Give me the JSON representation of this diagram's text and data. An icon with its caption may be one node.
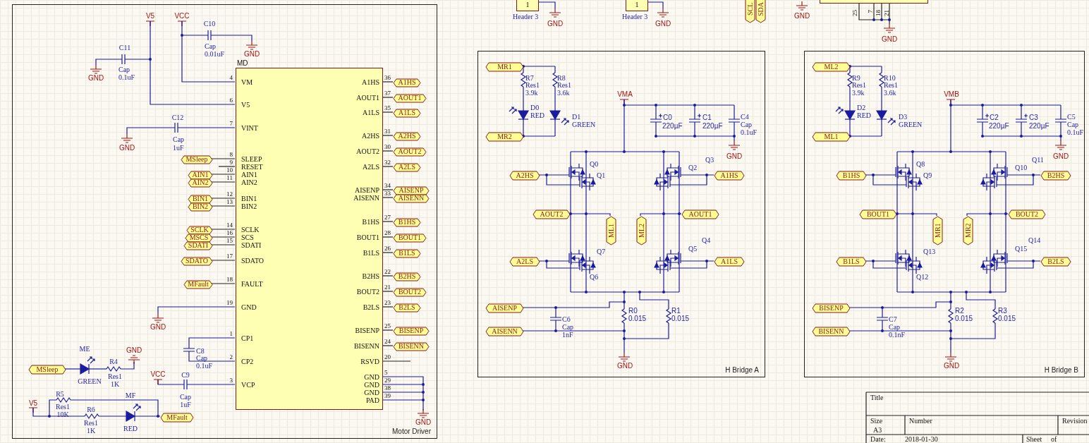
{
  "diagram": {
    "nodes": [
      {
        "text": [
          "1"
        ],
        "beside": [
          "Header 3"
        ]
      },
      {
        "text": [
          "1"
        ],
        "beside": [
          "Header 3"
        ]
      },
      {
        "text": [
          "SCL"
        ]
      },
      {
        "text": [
          "SDA"
        ]
      },
      {
        "text": [],
        "shape": "box",
        "beside": [
          "25",
          "7",
          "18",
          "21"
        ]
      },
      {
        "text": [
          "Motor Driver"
        ]
      },
      {
        "text": [
          "MD"
        ],
        "in": 5
      },
      {
        "text": [
          "MSleep"
        ],
        "in": 5
      },
      {
        "text": [
          "AIN1"
        ],
        "in": 5
      },
      {
        "text": [
          "AIN2"
        ],
        "in": 5
      },
      {
        "text": [
          "BIN1"
        ],
        "in": 5
      },
      {
        "text": [
          "BIN2"
        ],
        "in": 5
      },
      {
        "text": [
          "SCLK"
        ],
        "in": 5
      },
      {
        "text": [
          "MSCS"
        ],
        "in": 5
      },
      {
        "text": [
          "SDATI"
        ],
        "in": 5
      },
      {
        "text": [
          "SDATO"
        ],
        "in": 5
      },
      {
        "text": [
          "MFault"
        ],
        "in": 5
      },
      {
        "text": [
          "A1HS"
        ],
        "in": 5
      },
      {
        "text": [
          "AOUT1"
        ],
        "in": 5
      },
      {
        "text": [
          "A1LS"
        ],
        "in": 5
      },
      {
        "text": [
          "A2HS"
        ],
        "in": 5
      },
      {
        "text": [
          "AOUT2"
        ],
        "in": 5
      },
      {
        "text": [
          "A2LS"
        ],
        "in": 5
      },
      {
        "text": [
          "AISENP"
        ],
        "in": 5
      },
      {
        "text": [
          "AISENN"
        ],
        "in": 5
      },
      {
        "text": [
          "B1HS"
        ],
        "in": 5
      },
      {
        "text": [
          "BOUT1"
        ],
        "in": 5
      },
      {
        "text": [
          "B1LS"
        ],
        "in": 5
      },
      {
        "text": [
          "B2HS"
        ],
        "in": 5
      },
      {
        "text": [
          "BOUT2"
        ],
        "in": 5
      },
      {
        "text": [
          "B2LS"
        ],
        "in": 5
      },
      {
        "text": [
          "BISENP"
        ],
        "in": 5
      },
      {
        "text": [
          "BISENN"
        ],
        "in": 5
      },
      {
        "text": [
          "MSleep"
        ],
        "in": 5
      },
      {
        "text": [
          "MFault"
        ],
        "in": 5
      },
      {
        "text": [
          "H Bridge A"
        ]
      },
      {
        "text": [
          "MR1"
        ],
        "in": 35
      },
      {
        "text": [
          "MR2"
        ],
        "in": 35
      },
      {
        "text": [
          "A2HS"
        ],
        "in": 35
      },
      {
        "text": [
          "A1HS"
        ],
        "in": 35
      },
      {
        "text": [
          "AOUT2"
        ],
        "in": 35
      },
      {
        "text": [
          "ML1"
        ],
        "in": 35
      },
      {
        "text": [
          "ML2"
        ],
        "in": 35
      },
      {
        "text": [
          "AOUT1"
        ],
        "in": 35
      },
      {
        "text": [
          "A2LS"
        ],
        "in": 35
      },
      {
        "text": [
          "A1LS"
        ],
        "in": 35
      },
      {
        "text": [
          "AISENP"
        ],
        "in": 35
      },
      {
        "text": [
          "AISENN"
        ],
        "in": 35
      },
      {
        "text": [
          "H Bridge B"
        ]
      },
      {
        "text": [
          "ML2"
        ],
        "in": 48
      },
      {
        "text": [
          "ML1"
        ],
        "in": 48
      },
      {
        "text": [
          "B1HS"
        ],
        "in": 48
      },
      {
        "text": [
          "B2HS"
        ],
        "in": 48
      },
      {
        "text": [
          "BOUT1"
        ],
        "in": 48
      },
      {
        "text": [
          "MR1"
        ],
        "in": 48
      },
      {
        "text": [
          "MR2"
        ],
        "in": 48
      },
      {
        "text": [
          "BOUT2"
        ],
        "in": 48
      },
      {
        "text": [
          "B1LS"
        ],
        "in": 48
      },
      {
        "text": [
          "B2LS"
        ],
        "in": 48
      },
      {
        "text": [
          "BISENP"
        ],
        "in": 48
      },
      {
        "text": [
          "BISENN"
        ],
        "in": 48
      }
    ],
    "edges": [
      {
        "from": 7,
        "to": 6,
        "arrow": "none"
      },
      {
        "from": 8,
        "to": 6,
        "arrow": "none"
      },
      {
        "from": 9,
        "to": 6,
        "arrow": "none"
      },
      {
        "from": 10,
        "to": 6,
        "arrow": "none"
      },
      {
        "from": 11,
        "to": 6,
        "arrow": "none"
      },
      {
        "from": 12,
        "to": 6,
        "arrow": "none"
      },
      {
        "from": 13,
        "to": 6,
        "arrow": "none"
      },
      {
        "from": 14,
        "to": 6,
        "arrow": "none"
      },
      {
        "from": 15,
        "to": 6,
        "arrow": "none"
      },
      {
        "from": 16,
        "to": 6,
        "arrow": "none"
      },
      {
        "from": 6,
        "to": 17,
        "arrow": "none"
      },
      {
        "from": 6,
        "to": 18,
        "arrow": "none"
      },
      {
        "from": 6,
        "to": 19,
        "arrow": "none"
      },
      {
        "from": 6,
        "to": 20,
        "arrow": "none"
      },
      {
        "from": 6,
        "to": 21,
        "arrow": "none"
      },
      {
        "from": 6,
        "to": 22,
        "arrow": "none"
      },
      {
        "from": 6,
        "to": 23,
        "arrow": "none"
      },
      {
        "from": 6,
        "to": 24,
        "arrow": "none"
      },
      {
        "from": 6,
        "to": 25,
        "arrow": "none"
      },
      {
        "from": 6,
        "to": 26,
        "arrow": "none"
      },
      {
        "from": 6,
        "to": 27,
        "arrow": "none"
      },
      {
        "from": 6,
        "to": 28,
        "arrow": "none"
      },
      {
        "from": 6,
        "to": 29,
        "arrow": "none"
      },
      {
        "from": 6,
        "to": 30,
        "arrow": "none"
      },
      {
        "from": 6,
        "to": 31,
        "arrow": "none"
      },
      {
        "from": 6,
        "to": 32,
        "arrow": "none"
      }
    ],
    "labels": [
      "GND",
      "GND",
      "GND",
      "GND",
      "V5",
      "VCC",
      "C10",
      "Cap",
      "0.01uF",
      "GND",
      "C11",
      "Cap",
      "GND",
      "0.1uF",
      "C12",
      "Cap",
      "GND",
      "1uF",
      "GND",
      "C8",
      "Cap",
      "0.1uF",
      "VCC",
      "C9",
      "Cap",
      "1uF",
      "ME",
      "GREEN",
      "R4",
      "Res1",
      "1K",
      "GND",
      "R5",
      "Res1",
      "10K",
      "V5",
      "MF",
      "R6",
      "Res1",
      "1K",
      "RED",
      "4",
      "VM",
      "6",
      "V5",
      "7",
      "VINT",
      "8",
      "SLEEP",
      "9",
      "RESET",
      "10",
      "AIN1",
      "11",
      "AIN2",
      "12",
      "BIN1",
      "13",
      "BIN2",
      "14",
      "SCLK",
      "16",
      "SCS",
      "15",
      "SDATI",
      "17",
      "SDATO",
      "18",
      "FAULT",
      "19",
      "GND",
      "1",
      "CP1",
      "2",
      "CP2",
      "3",
      "VCP",
      "A1HS",
      "36",
      "AOUT1",
      "37",
      "A1LS",
      "35",
      "A2HS",
      "31",
      "AOUT2",
      "30",
      "A2LS",
      "32",
      "AISENP",
      "34",
      "AISENN",
      "33",
      "B1HS",
      "27",
      "BOUT1",
      "28",
      "B1LS",
      "26",
      "B2HS",
      "22",
      "BOUT2",
      "21",
      "B2LS",
      "23",
      "BISENP",
      "25",
      "BISENN",
      "24",
      "RSVD",
      "20",
      "GND",
      "5",
      "GND",
      "29",
      "GND",
      "38",
      "PAD",
      "39",
      "GND",
      "R7",
      "Res1",
      "3.9k",
      "R8",
      "Res1",
      "3.6k",
      "D0",
      "RED",
      "D1",
      "GREEN",
      "VMA",
      "C0",
      "220µF",
      "C1",
      "220µF",
      "C4",
      "Cap",
      "0.1uF",
      "GND",
      "Q0",
      "Q1",
      "Q3",
      "Q2",
      "Q7",
      "Q6",
      "Q5",
      "Q4",
      "C6",
      "Cap",
      "1nF",
      "R0",
      "0.015",
      "R1",
      "0.015",
      "GND",
      "R9",
      "Res1",
      "3.9k",
      "R10",
      "Res1",
      "3.6k",
      "D2",
      "RED",
      "D3",
      "GREEN",
      "VMB",
      "C2",
      "220µF",
      "C3",
      "220µF",
      "C5",
      "Cap",
      "0.1uF",
      "GND",
      "Q8",
      "Q9",
      "Q11",
      "Q10",
      "Q13",
      "Q12",
      "Q15",
      "Q14",
      "C7",
      "Cap",
      "0.1nF",
      "R2",
      "0.015",
      "R3",
      "0.015",
      "GND",
      "Title",
      "Size",
      "A3",
      "Number",
      "Revision",
      "Date:",
      "2018-01-30",
      "Sheet",
      "of"
    ]
  }
}
